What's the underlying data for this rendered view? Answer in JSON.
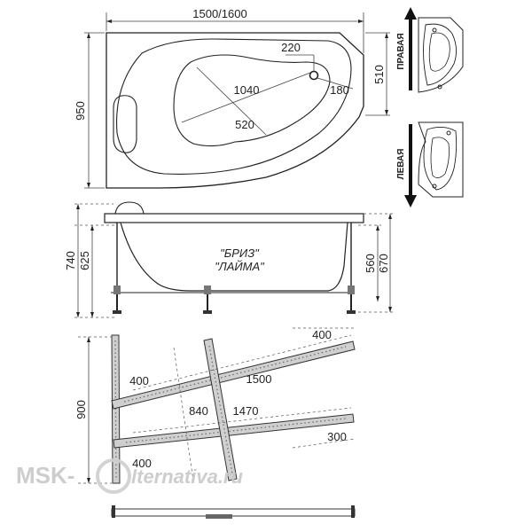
{
  "top_view": {
    "length": "1500/1600",
    "width": "950",
    "width_narrow": "510",
    "overflow_offset_x": "220",
    "overflow_offset_y": "180",
    "basin_length": "1040",
    "basin_width": "520"
  },
  "orientation": {
    "right": "ПРАВАЯ",
    "left": "ЛЕВАЯ"
  },
  "side_view": {
    "height_total": "740",
    "height_rim": "625",
    "leg_height_a": "560",
    "leg_height_b": "670",
    "model_name_1": "\"БРИЗ\"",
    "model_name_2": "\"ЛАЙМА\""
  },
  "frame_view": {
    "depth": "900",
    "top_offset": "400",
    "left_offset_top": "400",
    "left_offset_bottom": "400",
    "long_beam": "1500",
    "short_beam": "1470",
    "cross_height": "840",
    "right_offset": "300"
  },
  "watermark": {
    "brand": "MSK-",
    "site": "lternativa.ru"
  },
  "colors": {
    "line": "#222222",
    "frame_fill": "#cfcfcf",
    "watermark": "#c8c8c8"
  }
}
